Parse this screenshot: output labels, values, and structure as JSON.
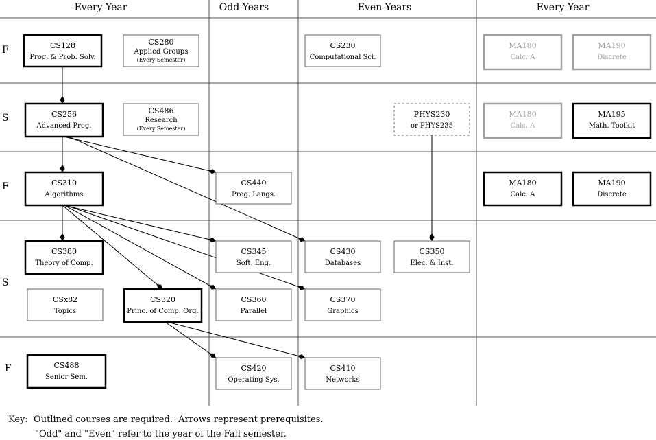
{
  "columns": [
    {
      "label": "Every Year"
    },
    {
      "label": "Odd Years"
    },
    {
      "label": "Even Years"
    },
    {
      "label": "Every Year"
    }
  ],
  "semesters": [
    "F",
    "S",
    "F",
    "S",
    "F"
  ],
  "courses": [
    {
      "id": "cs128",
      "code": "CS128",
      "title": "Prog. & Prob. Solv.",
      "style": "required"
    },
    {
      "id": "cs280",
      "code": "CS280",
      "title": "Applied Groups",
      "note": "(Every Semester)",
      "style": "normal"
    },
    {
      "id": "cs230",
      "code": "CS230",
      "title": "Computational Sci.",
      "style": "normal"
    },
    {
      "id": "ma180-f1",
      "code": "MA180",
      "title": "Calc. A",
      "style": "faded"
    },
    {
      "id": "ma190-f1",
      "code": "MA190",
      "title": "Discrete",
      "style": "faded"
    },
    {
      "id": "cs256",
      "code": "CS256",
      "title": "Advanced Prog.",
      "style": "required"
    },
    {
      "id": "cs486",
      "code": "CS486",
      "title": "Research",
      "note": "(Every Semester)",
      "style": "normal"
    },
    {
      "id": "phys230",
      "code": "PHYS230",
      "title": "or PHYS235",
      "style": "dashed"
    },
    {
      "id": "ma180-s1",
      "code": "MA180",
      "title": "Calc. A",
      "style": "faded"
    },
    {
      "id": "ma195",
      "code": "MA195",
      "title": "Math. Toolkit",
      "style": "required"
    },
    {
      "id": "cs310",
      "code": "CS310",
      "title": "Algorithms",
      "style": "required"
    },
    {
      "id": "cs440",
      "code": "CS440",
      "title": "Prog. Langs.",
      "style": "normal"
    },
    {
      "id": "ma180",
      "code": "MA180",
      "title": "Calc. A",
      "style": "required"
    },
    {
      "id": "ma190",
      "code": "MA190",
      "title": "Discrete",
      "style": "required"
    },
    {
      "id": "cs380",
      "code": "CS380",
      "title": "Theory of Comp.",
      "style": "required"
    },
    {
      "id": "cs345",
      "code": "CS345",
      "title": "Soft. Eng.",
      "style": "normal"
    },
    {
      "id": "cs430",
      "code": "CS430",
      "title": "Databases",
      "style": "normal"
    },
    {
      "id": "cs350",
      "code": "CS350",
      "title": "Elec. & Inst.",
      "style": "normal"
    },
    {
      "id": "csx82",
      "code": "CSx82",
      "title": "Topics",
      "style": "normal"
    },
    {
      "id": "cs320",
      "code": "CS320",
      "title": "Princ. of Comp. Org.",
      "style": "required"
    },
    {
      "id": "cs360",
      "code": "CS360",
      "title": "Parallel",
      "style": "normal"
    },
    {
      "id": "cs370",
      "code": "CS370",
      "title": "Graphics",
      "style": "normal"
    },
    {
      "id": "cs488",
      "code": "CS488",
      "title": "Senior Sem.",
      "style": "required"
    },
    {
      "id": "cs420",
      "code": "CS420",
      "title": "Operating Sys.",
      "style": "normal"
    },
    {
      "id": "cs410",
      "code": "CS410",
      "title": "Networks",
      "style": "normal"
    }
  ],
  "prerequisites": [
    {
      "from": "cs128",
      "to": "cs256"
    },
    {
      "from": "cs256",
      "to": "cs310"
    },
    {
      "from": "cs256",
      "to": "cs440"
    },
    {
      "from": "cs256",
      "to": "cs430"
    },
    {
      "from": "phys230",
      "to": "cs350"
    },
    {
      "from": "cs310",
      "to": "cs380"
    },
    {
      "from": "cs310",
      "to": "cs345"
    },
    {
      "from": "cs310",
      "to": "cs370"
    },
    {
      "from": "cs310",
      "to": "cs360"
    },
    {
      "from": "cs310",
      "to": "cs320"
    },
    {
      "from": "cs320",
      "to": "cs420"
    },
    {
      "from": "cs320",
      "to": "cs410"
    }
  ],
  "key": {
    "label": "Key:",
    "line1": "Outlined courses are required.  Arrows represent prerequisites.",
    "line2": "\"Odd\" and \"Even\" refer to the year of the Fall semester."
  },
  "colors": {
    "line": "#000000",
    "grid": "#555555",
    "faded": "#a0a0a0",
    "dashed": "#666666"
  }
}
